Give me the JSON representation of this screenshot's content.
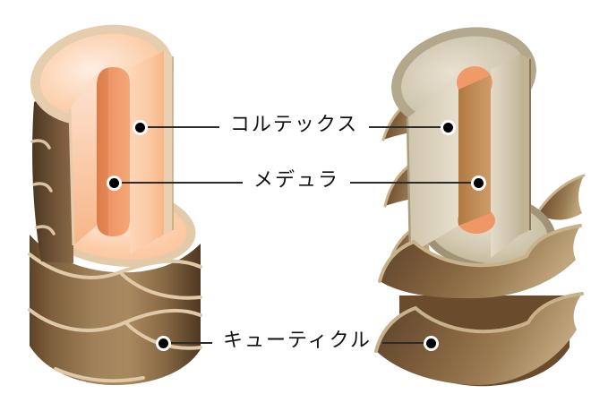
{
  "diagram": {
    "labels": {
      "cortex": "コルテックス",
      "medulla": "メデュラ",
      "cuticle": "キューティクル"
    },
    "colors": {
      "background": "#ffffff",
      "label_text": "#111111",
      "leader_line": "#2b2b2b",
      "marker_dot": "#000000",
      "healthy_cortex_pink": "#fbcda8",
      "healthy_medulla_salmon": "#f0966a",
      "cuticle_brown": "#7c5c3a",
      "cuticle_scale_edge_tan": "#ddc7a7",
      "damaged_cortex_beige": "#d9d0bb",
      "damaged_medulla_tan": "#c08a56"
    }
  }
}
